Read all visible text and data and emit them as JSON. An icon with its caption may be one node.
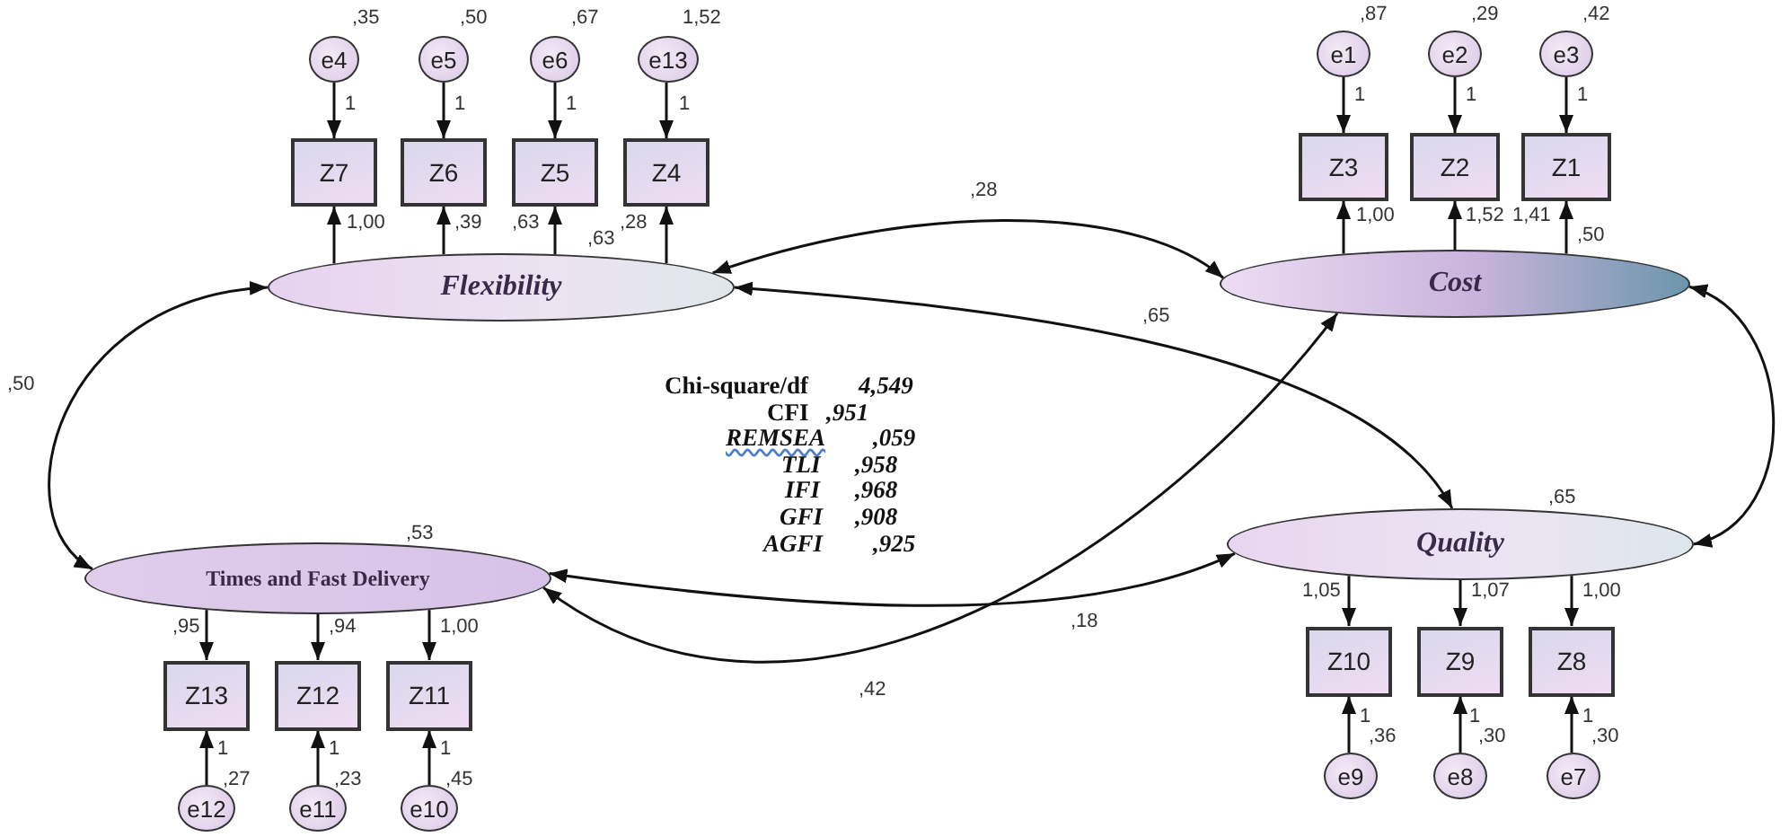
{
  "diagram": {
    "nodes": [
      {
        "text": [
          "e4"
        ],
        "beside": [
          ",35"
        ]
      },
      {
        "text": [
          "e5"
        ],
        "beside": [
          ",50"
        ]
      },
      {
        "text": [
          "e6"
        ],
        "beside": [
          ",67"
        ]
      },
      {
        "text": [
          "e13"
        ],
        "beside": [
          "1,52"
        ]
      },
      {
        "text": [
          "Z7"
        ]
      },
      {
        "text": [
          "Z6"
        ]
      },
      {
        "text": [
          "Z5"
        ]
      },
      {
        "text": [
          "Z4"
        ]
      },
      {
        "text": [
          "Flexibility"
        ],
        "beside": [
          ",63"
        ]
      },
      {
        "text": [
          "e1"
        ],
        "beside": [
          ",87"
        ]
      },
      {
        "text": [
          "e2"
        ],
        "beside": [
          ",29"
        ]
      },
      {
        "text": [
          "e3"
        ],
        "beside": [
          ",42"
        ]
      },
      {
        "text": [
          "Z3"
        ]
      },
      {
        "text": [
          "Z2"
        ]
      },
      {
        "text": [
          "Z1"
        ]
      },
      {
        "text": [
          "Cost"
        ],
        "beside": [
          ",50"
        ]
      },
      {
        "text": [
          "Times and Fast Delivery"
        ],
        "beside": [
          ",53"
        ]
      },
      {
        "text": [
          "Quality"
        ],
        "beside": [
          ",65"
        ]
      },
      {
        "text": [
          "Z13"
        ]
      },
      {
        "text": [
          "Z12"
        ]
      },
      {
        "text": [
          "Z11"
        ]
      },
      {
        "text": [
          "Z10"
        ]
      },
      {
        "text": [
          "Z9"
        ]
      },
      {
        "text": [
          "Z8"
        ]
      },
      {
        "text": [
          "e12"
        ],
        "beside": [
          ",27"
        ]
      },
      {
        "text": [
          "e11"
        ],
        "beside": [
          ",23"
        ]
      },
      {
        "text": [
          "e10"
        ],
        "beside": [
          ",45"
        ]
      },
      {
        "text": [
          "e9"
        ],
        "beside": [
          ",36"
        ]
      },
      {
        "text": [
          "e8"
        ],
        "beside": [
          ",30"
        ]
      },
      {
        "text": [
          "e7"
        ],
        "beside": [
          ",30"
        ]
      }
    ],
    "edges": [
      {
        "from": 0,
        "to": 4,
        "arrow": "to",
        "label": "1"
      },
      {
        "from": 1,
        "to": 5,
        "arrow": "to",
        "label": "1"
      },
      {
        "from": 2,
        "to": 6,
        "arrow": "to",
        "label": "1"
      },
      {
        "from": 3,
        "to": 7,
        "arrow": "to",
        "label": "1"
      },
      {
        "from": 9,
        "to": 12,
        "arrow": "to",
        "label": "1"
      },
      {
        "from": 10,
        "to": 13,
        "arrow": "to",
        "label": "1"
      },
      {
        "from": 11,
        "to": 14,
        "arrow": "to",
        "label": "1"
      },
      {
        "from": 24,
        "to": 18,
        "arrow": "to",
        "label": "1"
      },
      {
        "from": 25,
        "to": 19,
        "arrow": "to",
        "label": "1"
      },
      {
        "from": 26,
        "to": 20,
        "arrow": "to",
        "label": "1"
      },
      {
        "from": 27,
        "to": 21,
        "arrow": "to",
        "label": "1"
      },
      {
        "from": 28,
        "to": 22,
        "arrow": "to",
        "label": "1"
      },
      {
        "from": 29,
        "to": 23,
        "arrow": "to",
        "label": "1"
      },
      {
        "from": 8,
        "to": 4,
        "arrow": "to",
        "label": "1,00"
      },
      {
        "from": 8,
        "to": 5,
        "arrow": "to",
        "label": ",39"
      },
      {
        "from": 8,
        "to": 6,
        "arrow": "to",
        "label": ",63"
      },
      {
        "from": 8,
        "to": 7,
        "arrow": "to",
        "label": ",28"
      },
      {
        "from": 15,
        "to": 12,
        "arrow": "to",
        "label": "1,00"
      },
      {
        "from": 15,
        "to": 13,
        "arrow": "to",
        "label": "1,52"
      },
      {
        "from": 15,
        "to": 14,
        "arrow": "to",
        "label": "1,41"
      },
      {
        "from": 16,
        "to": 18,
        "arrow": "to",
        "label": ",95"
      },
      {
        "from": 16,
        "to": 19,
        "arrow": "to",
        "label": ",94"
      },
      {
        "from": 16,
        "to": 20,
        "arrow": "to",
        "label": "1,00"
      },
      {
        "from": 17,
        "to": 21,
        "arrow": "to",
        "label": "1,05"
      },
      {
        "from": 17,
        "to": 22,
        "arrow": "to",
        "label": "1,07"
      },
      {
        "from": 17,
        "to": 23,
        "arrow": "to",
        "label": "1,00"
      },
      {
        "from": 8,
        "to": 15,
        "arrow": "both",
        "label": ",28"
      },
      {
        "from": 8,
        "to": 17,
        "arrow": "both",
        "label": ",65"
      },
      {
        "from": 8,
        "to": 16,
        "arrow": "both",
        "label": ",50"
      },
      {
        "from": 15,
        "to": 17,
        "arrow": "both"
      },
      {
        "from": 16,
        "to": 17,
        "arrow": "both",
        "label": ",18"
      },
      {
        "from": 16,
        "to": 15,
        "arrow": "both",
        "label": ",42"
      }
    ],
    "labels": [
      "Chi-square/df",
      "4,549",
      "CFI",
      ",951",
      "REMSEA",
      ",059",
      "TLI",
      ",958",
      "IFI",
      ",968",
      "GFI",
      ",908",
      "AGFI",
      ",925"
    ]
  }
}
